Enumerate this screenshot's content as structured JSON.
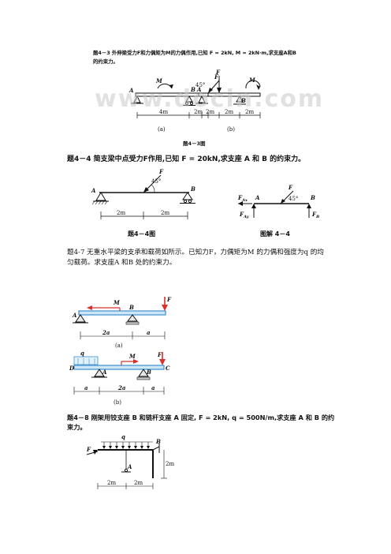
{
  "problem_4_3": {
    "text": "题4－3  外伸梁受力F和力偶矩为M的力偶作用,已知 F = 2kN, M = 2kN·m,求支座A和B的约束力。",
    "watermark": "www.docin.com",
    "fig_a": {
      "label_M": "M",
      "label_F": "F",
      "angle": "45°",
      "label_A": "A",
      "label_B": "B",
      "dim1": "4m",
      "dim2": "2m",
      "sub": "(a)"
    },
    "fig_b": {
      "label_F": "F",
      "label_M": "M",
      "label_A": "A",
      "label_B": "B",
      "dim1": "2m",
      "dim2": "2m",
      "dim3": "2m",
      "sub": "(b)"
    },
    "caption": "题4－3图"
  },
  "problem_4_4": {
    "text": "题4－4  简支梁中点受力F作用,已知 F = 20kN,求支座 A 和 B 的约束力。",
    "fig": {
      "label_F": "F",
      "angle": "45°",
      "label_A": "A",
      "label_B": "B",
      "dim1": "2m",
      "dim2": "2m"
    },
    "caption": "题4－4图",
    "solution": {
      "FAx": "F",
      "FAx_sub": "Ax",
      "FAy": "F",
      "FAy_sub": "Ay",
      "label_A": "A",
      "label_F": "F",
      "angle": "45°",
      "label_B": "B",
      "FB": "F",
      "FB_sub": "B"
    },
    "solution_caption": "图解 4－4"
  },
  "problem_4_7": {
    "text": "题4-7 无重水平梁的支承和载荷如所示。已知力F，力偶矩为M 的力偶和强度为q 的均匀载荷。求支座A 和B 处的约束力。",
    "fig_a": {
      "label_F": "F",
      "label_M": "M",
      "label_A": "A",
      "label_B": "B",
      "dim1": "2a",
      "dim2": "a",
      "sub": "(a)"
    },
    "fig_b": {
      "label_q": "q",
      "label_M": "M",
      "label_F": "F",
      "label_D": "D",
      "label_A": "A",
      "label_B": "B",
      "label_C": "C",
      "dim1": "a",
      "dim2": "2a",
      "dim3": "a",
      "sub": "(b)"
    }
  },
  "problem_4_8": {
    "text": "题4－8  刚架用铰支座 B 和链杆支座 A 固定, F = 2kN, q = 500N/m,求支座 A 和 B 的约束力。",
    "fig": {
      "label_q": "q",
      "label_F": "F",
      "label_B": "B",
      "label_A": "A",
      "dim_h": "2m",
      "dim1": "2m",
      "dim2": "2m"
    }
  },
  "colors": {
    "beam_blue": "#3c8fd0",
    "force_red": "#d8302a",
    "ink": "#111111",
    "watermark": "#c9c9c9"
  }
}
